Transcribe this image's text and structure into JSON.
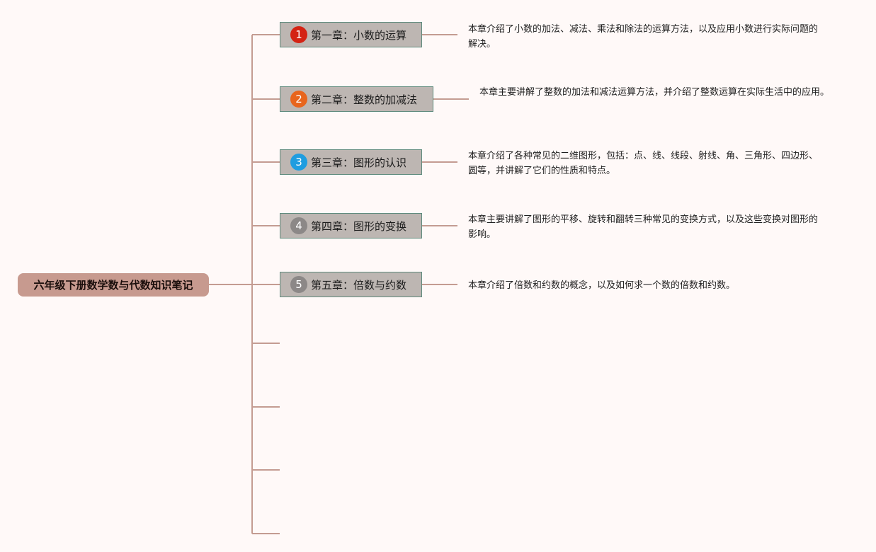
{
  "root": {
    "label": "六年级下册数学数与代数知识笔记"
  },
  "chapters": [
    {
      "number": "1",
      "title": "第一章：小数的运算",
      "badge_color": "#d42314",
      "description": "本章介绍了小数的加法、减法、乘法和除法的运算方法，以及应用小数进行实际问题的解决。"
    },
    {
      "number": "2",
      "title": "第二章：整数的加减法",
      "badge_color": "#e8651d",
      "description": "本章主要讲解了整数的加法和减法运算方法，并介绍了整数运算在实际生活中的应用。"
    },
    {
      "number": "3",
      "title": "第三章：图形的认识",
      "badge_color": "#1f9de0",
      "description": "本章介绍了各种常见的二维图形，包括：点、线、线段、射线、角、三角形、四边形、圆等，并讲解了它们的性质和特点。"
    },
    {
      "number": "4",
      "title": "第四章：图形的变换",
      "badge_color": "#8c8887",
      "description": "本章主要讲解了图形的平移、旋转和翻转三种常见的变换方式，以及这些变换对图形的影响。"
    },
    {
      "number": "5",
      "title": "第五章：倍数与约数",
      "badge_color": "#8c8887",
      "description": "本章介绍了倍数和约数的概念，以及如何求一个数的倍数和约数。"
    }
  ],
  "colors": {
    "connector": "#c49c92",
    "root_fill": "#c79a8f",
    "node_fill": "#bdb6b2",
    "node_border": "#5e8a7c",
    "background": "#fff9f8"
  }
}
